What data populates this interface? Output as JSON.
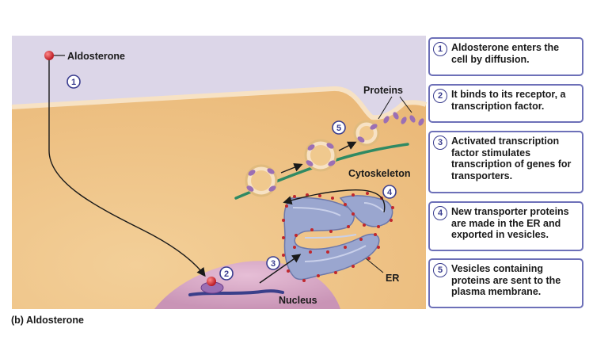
{
  "diagram": {
    "labels": {
      "aldosterone": "Aldosterone",
      "proteins": "Proteins",
      "cytoskeleton": "Cytoskeleton",
      "er": "ER",
      "nucleus": "Nucleus"
    },
    "markers": [
      "1",
      "2",
      "3",
      "4",
      "5"
    ]
  },
  "steps": [
    {
      "number": "1",
      "text": "Aldosterone enters the cell by diffusion."
    },
    {
      "number": "2",
      "text": "It binds to its receptor, a transcription factor."
    },
    {
      "number": "3",
      "text": "Activated transcription factor stimulates transcription of genes for transporters."
    },
    {
      "number": "4",
      "text": "New transporter proteins are made in the ER and exported in vesicles."
    },
    {
      "number": "5",
      "text": "Vesicles containing proteins are sent to the plasma membrane."
    }
  ],
  "caption": {
    "letter": "(b)",
    "title": "Aldosterone"
  },
  "colors": {
    "extracellular": "#dcd6e8",
    "cytoplasm": "#f0c98e",
    "membrane": "#f7e2c4",
    "nucleus": "#d9a9c4",
    "er": "#9aa6cf",
    "er_dots": "#c0272d",
    "cytoskeleton": "#2f8a63",
    "transporter": "#9b6fb4",
    "aldosterone": "#c81e28",
    "step_border": "#6d70b8"
  }
}
